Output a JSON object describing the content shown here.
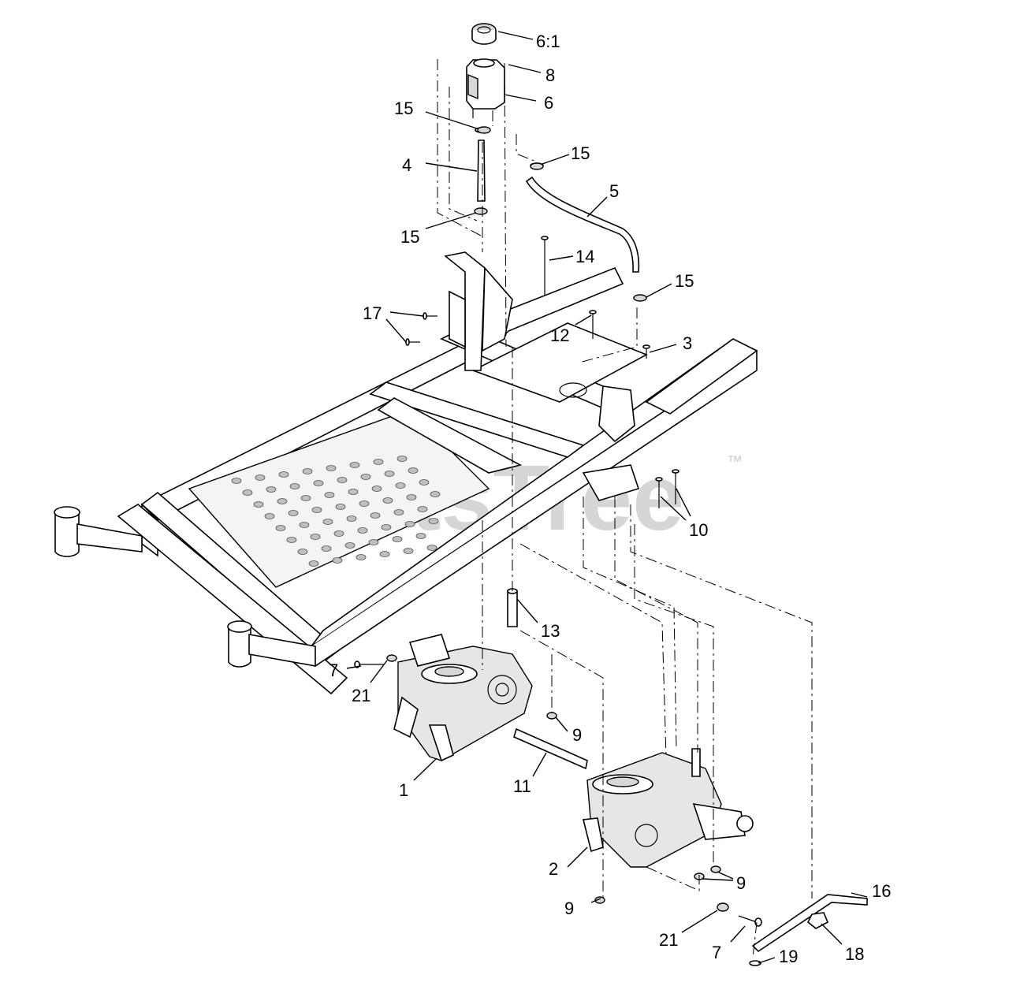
{
  "watermark": {
    "text": "PartsTree",
    "trademark": "™"
  },
  "callouts": [
    {
      "label": "6:1"
    },
    {
      "label": "8"
    },
    {
      "label": "6"
    },
    {
      "label": "15"
    },
    {
      "label": "15"
    },
    {
      "label": "4"
    },
    {
      "label": "5"
    },
    {
      "label": "15"
    },
    {
      "label": "14"
    },
    {
      "label": "15"
    },
    {
      "label": "17"
    },
    {
      "label": "12"
    },
    {
      "label": "3"
    },
    {
      "label": "10"
    },
    {
      "label": "13"
    },
    {
      "label": "7"
    },
    {
      "label": "21"
    },
    {
      "label": "9"
    },
    {
      "label": "1"
    },
    {
      "label": "11"
    },
    {
      "label": "2"
    },
    {
      "label": "9"
    },
    {
      "label": "9"
    },
    {
      "label": "16"
    },
    {
      "label": "21"
    },
    {
      "label": "7"
    },
    {
      "label": "19"
    },
    {
      "label": "18"
    }
  ]
}
